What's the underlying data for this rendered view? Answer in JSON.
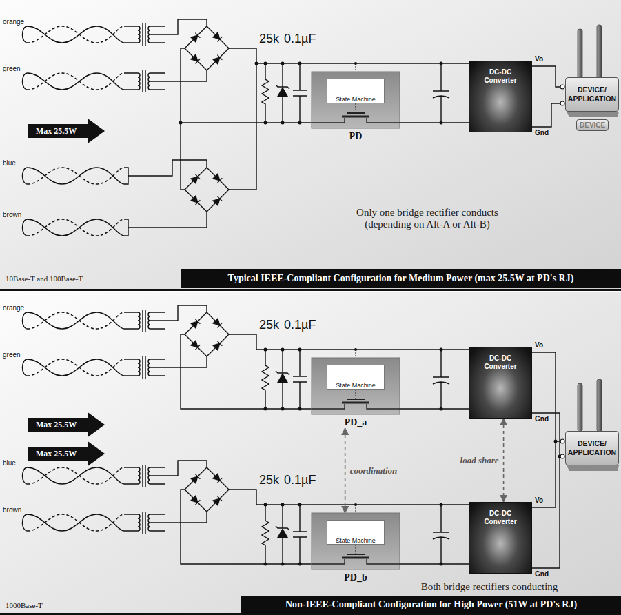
{
  "diagram": {
    "nodes": [
      {
        "text": [
          "Max 25.5W"
        ]
      },
      {
        "text": [
          "PD"
        ]
      },
      {
        "text": [
          "State Machine"
        ],
        "in": 1
      },
      {
        "text": [
          "DC-DC Converter"
        ]
      },
      {
        "text": [
          "DEVICE/ APPLICATION"
        ]
      },
      {
        "text": [
          "Typical IEEE-Compliant Configuration for Medium Power (max 25.5W at PD's RJ)"
        ]
      },
      {
        "text": [
          "Max 25.5W"
        ]
      },
      {
        "text": [
          "Max 25.5W"
        ]
      },
      {
        "text": [
          "PD_a"
        ]
      },
      {
        "text": [
          "State Machine"
        ],
        "in": 8
      },
      {
        "text": [
          "PD_b"
        ]
      },
      {
        "text": [
          "State Machine"
        ],
        "in": 10
      },
      {
        "text": [
          "DC-DC Converter"
        ]
      },
      {
        "text": [
          "DC-DC Converter"
        ]
      },
      {
        "text": [
          "DEVICE/ APPLICATION"
        ]
      },
      {
        "text": [
          "Non-IEEE-Compliant Configuration for High Power (51W at PD's RJ)"
        ]
      }
    ],
    "edges": [
      {
        "from": 8,
        "to": 10,
        "arrow": "both",
        "label": "coordination"
      },
      {
        "from": 12,
        "to": 13,
        "arrow": "both",
        "label": "load share"
      }
    ],
    "labels": [
      "orange",
      "green",
      "blue",
      "brown",
      "25k",
      "0.1µF",
      "Vo",
      "Gnd",
      "DEVICE",
      "Only one bridge rectifier conducts (depending on Alt-A or Alt-B)",
      "10Base-T and 100Base-T",
      "orange",
      "green",
      "blue",
      "brown",
      "25k",
      "0.1µF",
      "25k",
      "0.1µF",
      "Vo",
      "Gnd",
      "Vo",
      "Gnd",
      "Both bridge rectifiers conducting",
      "1000Base-T"
    ]
  }
}
